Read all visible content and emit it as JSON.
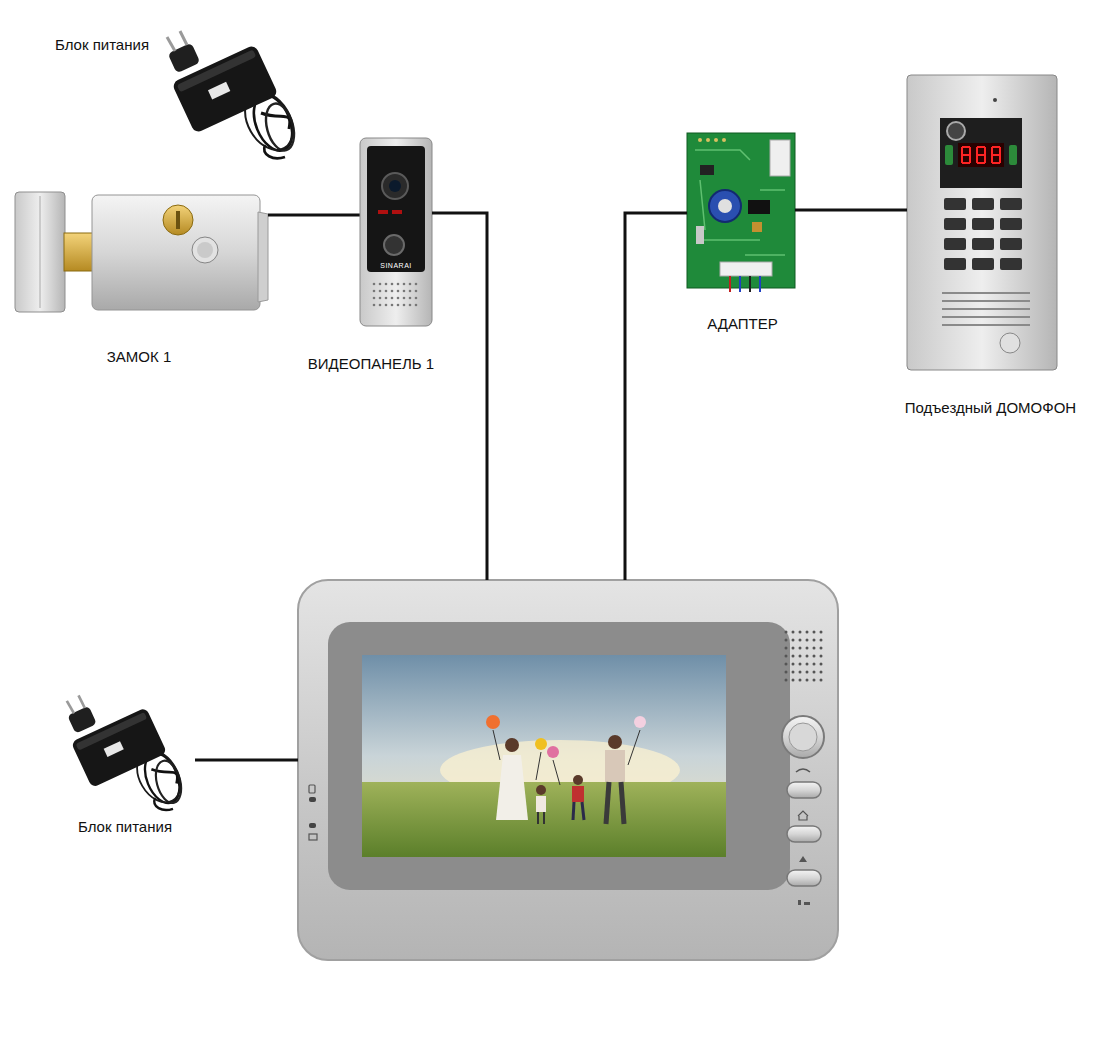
{
  "diagram": {
    "nodes": [
      {
        "text": [
          "Блок питания"
        ]
      },
      {
        "text": [
          "ЗАМОК 1"
        ]
      },
      {
        "text": [
          "ВИДЕОПАНЕЛЬ 1"
        ]
      },
      {
        "text": [
          "АДАПТЕР"
        ]
      },
      {
        "text": [
          "Подъездный ДОМОФОН"
        ]
      },
      {
        "text": []
      },
      {
        "text": [
          "Блок питания"
        ]
      }
    ],
    "edges": [
      {
        "from": 1,
        "to": 2,
        "arrow": "none"
      },
      {
        "from": 2,
        "to": 5,
        "arrow": "none"
      },
      {
        "from": 3,
        "to": 5,
        "arrow": "none"
      },
      {
        "from": 3,
        "to": 4,
        "arrow": "none"
      },
      {
        "from": 6,
        "to": 5,
        "arrow": "none"
      }
    ],
    "labels": [
      "SINARAI"
    ]
  }
}
